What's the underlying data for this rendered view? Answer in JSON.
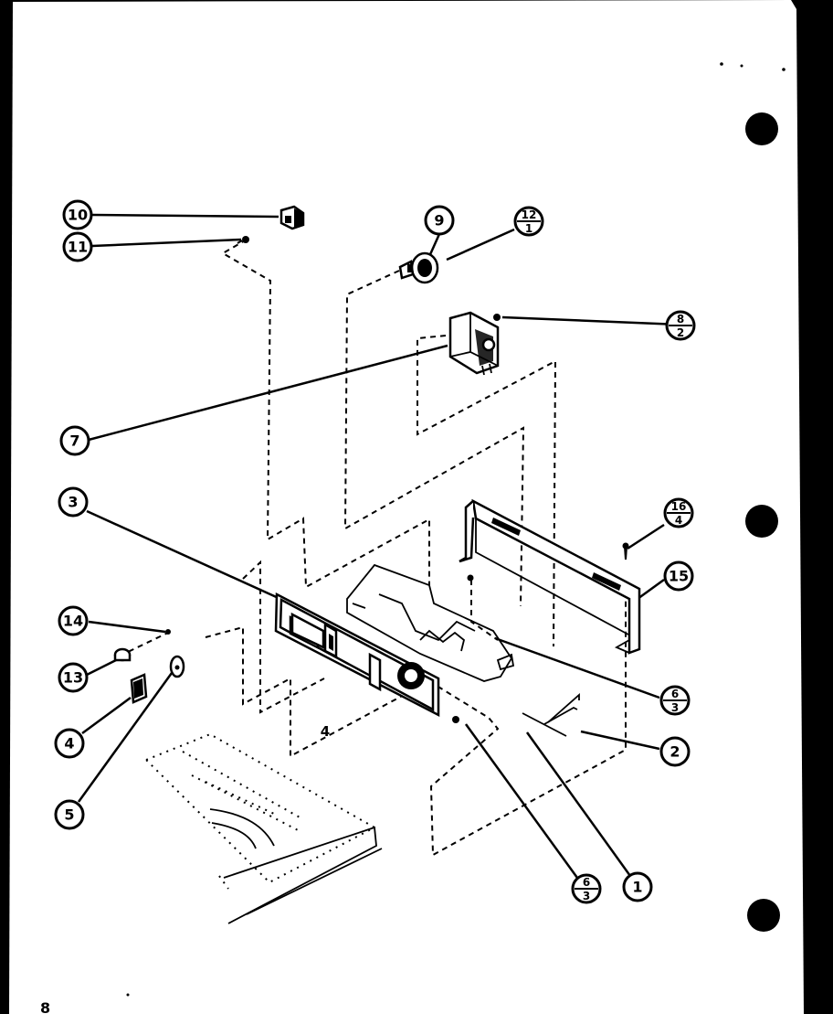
{
  "page_number": "8",
  "callouts": [
    {
      "id": "c10",
      "label": "10"
    },
    {
      "id": "c11",
      "label": "11"
    },
    {
      "id": "c9",
      "label": "9"
    },
    {
      "id": "c12",
      "num": "12",
      "den": "1"
    },
    {
      "id": "c8",
      "num": "8",
      "den": "2"
    },
    {
      "id": "c7",
      "label": "7"
    },
    {
      "id": "c3",
      "label": "3"
    },
    {
      "id": "c16",
      "num": "16",
      "den": "4"
    },
    {
      "id": "c15",
      "label": "15"
    },
    {
      "id": "c14",
      "label": "14"
    },
    {
      "id": "c13",
      "label": "13"
    },
    {
      "id": "c4",
      "label": "4"
    },
    {
      "id": "c5",
      "label": "5"
    },
    {
      "id": "c6a",
      "num": "6",
      "den": "3"
    },
    {
      "id": "c2",
      "label": "2"
    },
    {
      "id": "c1",
      "label": "1"
    },
    {
      "id": "c6b",
      "num": "6",
      "den": "3"
    }
  ],
  "inline_labels": {
    "panel_ref": "4"
  }
}
